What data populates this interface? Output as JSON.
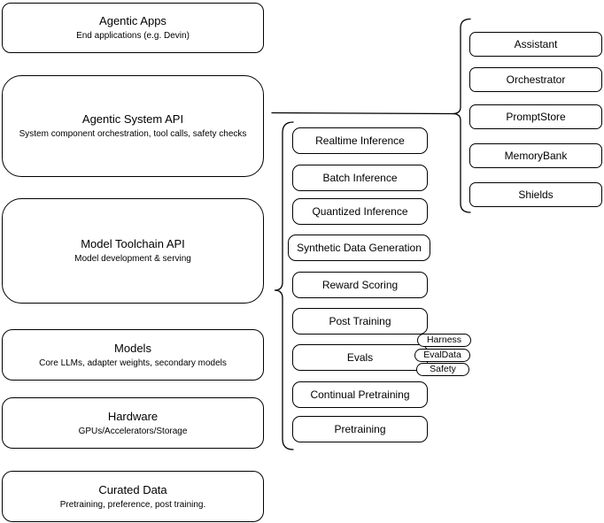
{
  "colors": {
    "stroke": "#000000",
    "background": "#ffffff",
    "text": "#000000"
  },
  "layers": [
    {
      "title": "Agentic Apps",
      "subtitle": "End applications (e.g. Devin)"
    },
    {
      "title": "Agentic System API",
      "subtitle": "System component orchestration, tool calls, safety checks"
    },
    {
      "title": "Model Toolchain API",
      "subtitle": "Model development & serving"
    },
    {
      "title": "Models",
      "subtitle": "Core LLMs, adapter weights, secondary models"
    },
    {
      "title": "Hardware",
      "subtitle": "GPUs/Accelerators/Storage"
    },
    {
      "title": "Curated Data",
      "subtitle": "Pretraining, preference, post training."
    }
  ],
  "toolchain_services": [
    "Realtime Inference",
    "Batch Inference",
    "Quantized Inference",
    "Synthetic Data Generation",
    "Reward Scoring",
    "Post Training",
    "Evals",
    "Continual Pretraining",
    "Pretraining"
  ],
  "eval_tags": [
    "Harness",
    "EvalData",
    "Safety"
  ],
  "system_components": [
    "Assistant",
    "Orchestrator",
    "PromptStore",
    "MemoryBank",
    "Shields"
  ]
}
